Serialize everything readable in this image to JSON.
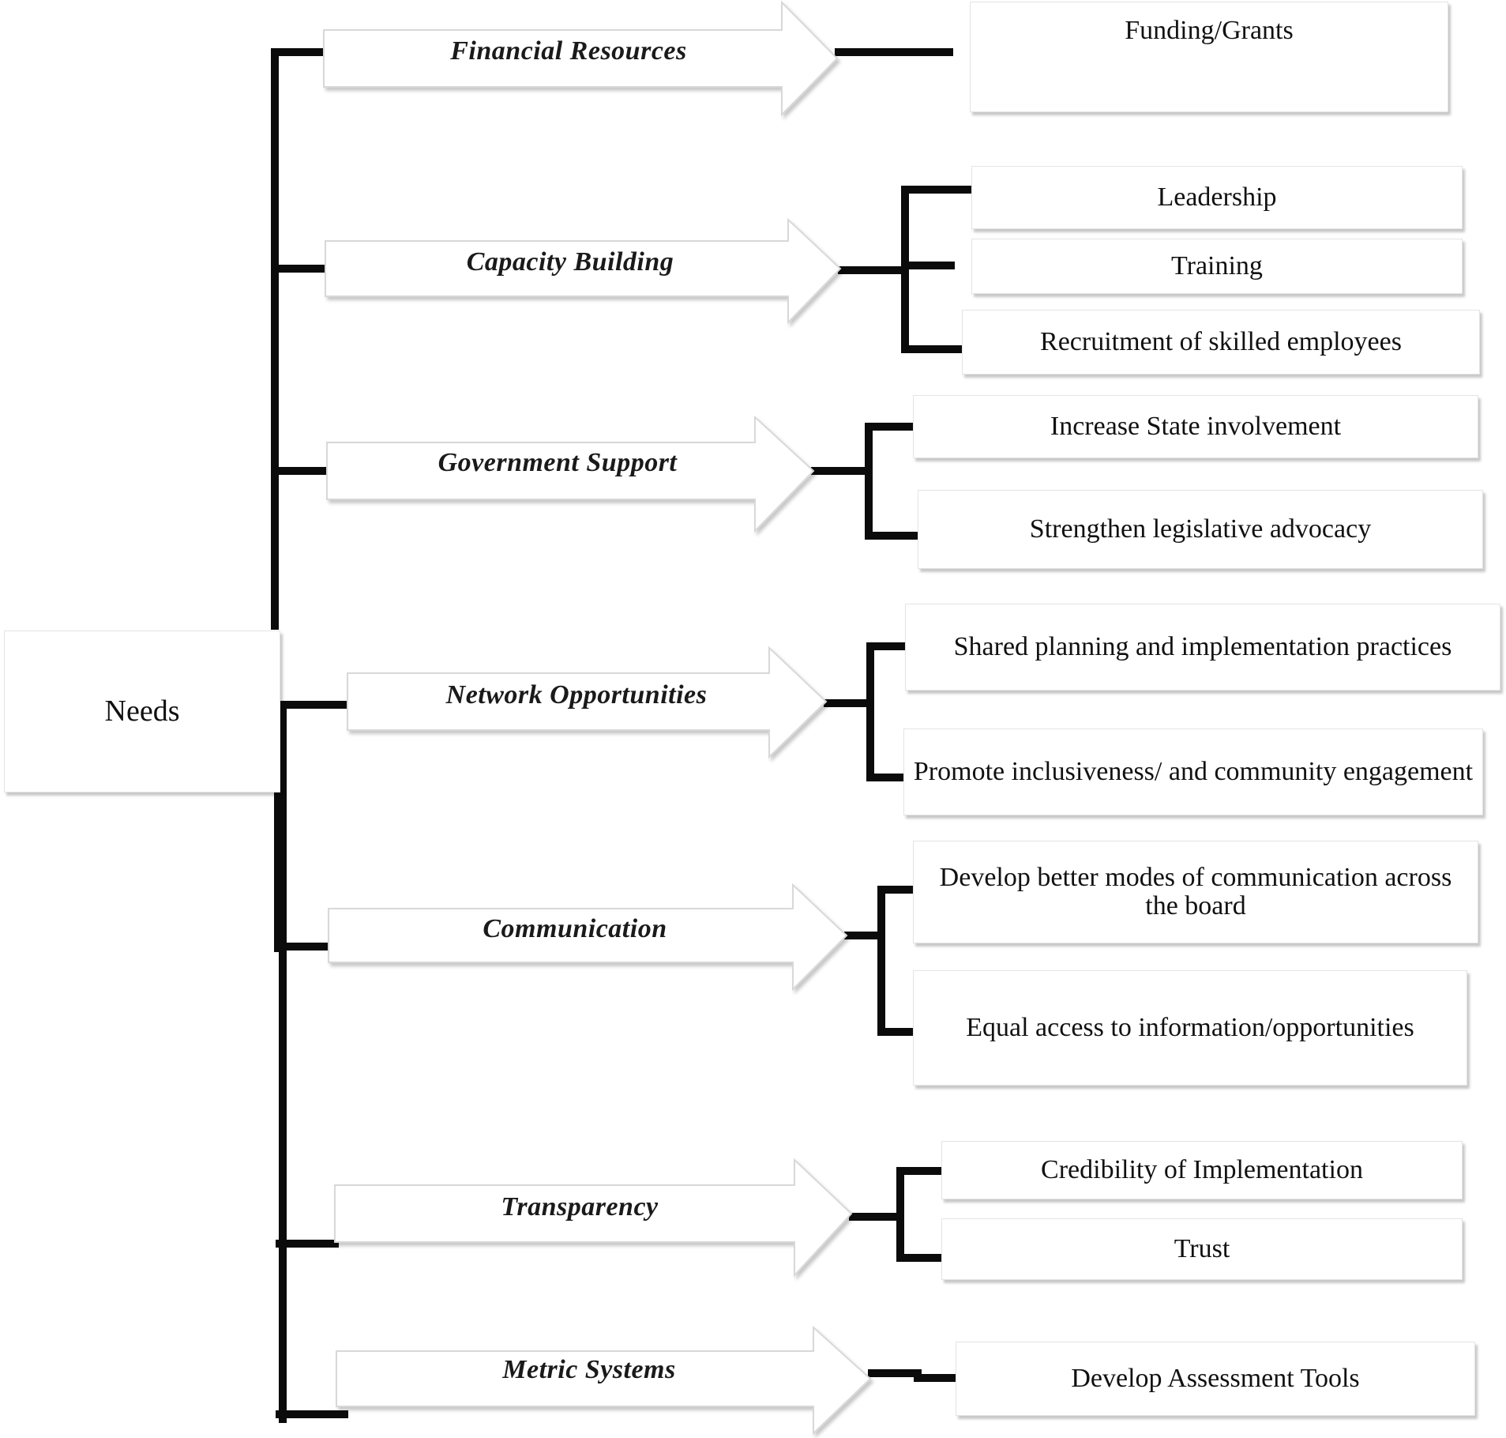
{
  "diagram": {
    "root": "Needs",
    "categories": [
      {
        "label": "Financial Resources",
        "items": [
          "Funding/Grants"
        ]
      },
      {
        "label": "Capacity Building",
        "items": [
          "Leadership",
          "Training",
          "Recruitment of skilled employees"
        ]
      },
      {
        "label": "Government Support",
        "items": [
          "Increase State involvement",
          "Strengthen legislative advocacy"
        ]
      },
      {
        "label": "Network Opportunities",
        "items": [
          "Shared planning and implementation practices",
          "Promote inclusiveness/ and community engagement"
        ]
      },
      {
        "label": "Communication",
        "items": [
          "Develop better modes of communication across the board",
          "Equal access to information/opportunities"
        ]
      },
      {
        "label": "Transparency",
        "items": [
          "Credibility of Implementation",
          "Trust"
        ]
      },
      {
        "label": "Metric Systems",
        "items": [
          "Develop Assessment Tools"
        ]
      }
    ]
  }
}
